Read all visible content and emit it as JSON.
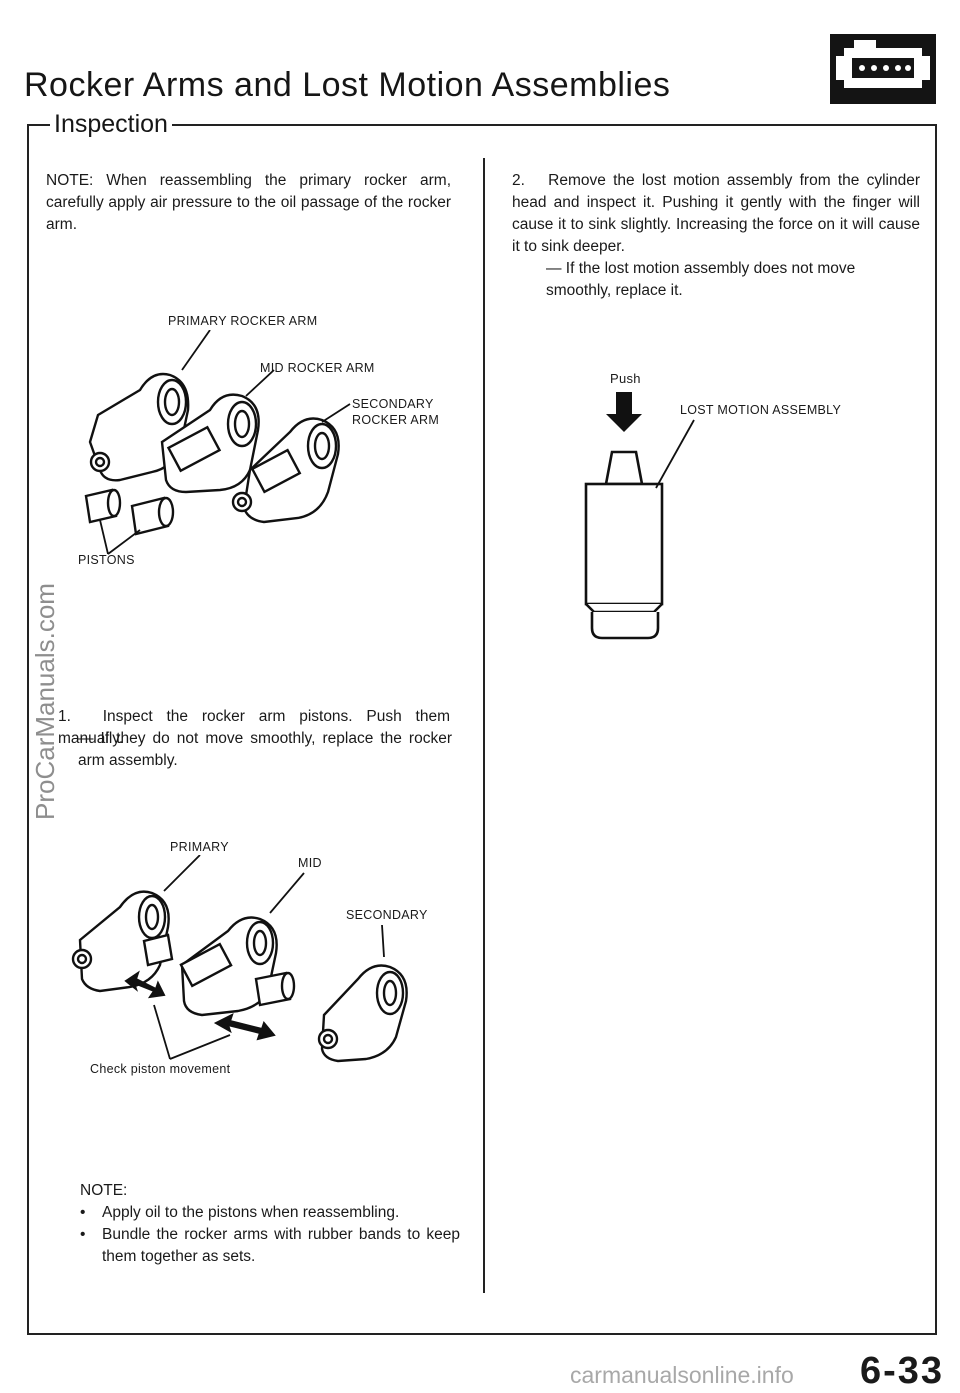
{
  "header": {
    "title": "Rocker Arms and Lost Motion Assemblies",
    "section": "Inspection",
    "engine_icon": "engine-icon"
  },
  "left": {
    "note_intro": "NOTE:  When reassembling the primary rocker arm, carefully apply air pressure to the oil passage of the rocker arm.",
    "fig1_labels": {
      "primary": "PRIMARY  ROCKER  ARM",
      "mid": "MID  ROCKER  ARM",
      "secondary_l1": "SECONDARY",
      "secondary_l2": "ROCKER  ARM",
      "pistons": "PISTONS"
    },
    "step1_num": "1.",
    "step1_text": "Inspect the rocker arm pistons. Push them manually.",
    "step1_sub": "— If they do not move smoothly, replace the rocker arm assembly.",
    "fig2_labels": {
      "primary": "PRIMARY",
      "mid": "MID",
      "secondary": "SECONDARY",
      "check": "Check piston movement"
    },
    "note_heading": "NOTE:",
    "note_items": [
      "Apply oil to the pistons when reassembling.",
      "Bundle the rocker arms with rubber bands to keep them together as sets."
    ]
  },
  "right": {
    "step2_num": "2.",
    "step2_text": "Remove the lost motion assembly from the cylinder head and inspect it. Pushing it gently with the finger will cause it to sink slightly. Increasing the force on it will cause it to sink deeper.",
    "step2_sub": "— If the lost motion assembly does not move smoothly, replace it.",
    "fig3_labels": {
      "push": "Push",
      "assembly": "LOST MOTION ASSEMBLY"
    }
  },
  "watermark": "ProCarManuals.com",
  "page_number": "6-33",
  "footer_watermark": "carmanualsonline.info"
}
